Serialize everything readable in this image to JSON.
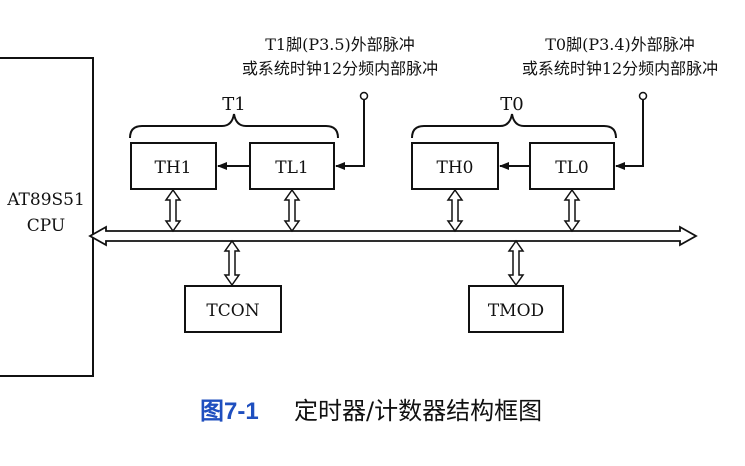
{
  "cpu": {
    "line1": "AT89S51",
    "line2": "CPU"
  },
  "timer1": {
    "group_label": "T1",
    "high_label": "TH1",
    "low_label": "TL1",
    "input_line1": "T1脚(P3.5)外部脉冲",
    "input_line2": "或系统时钟12分频内部脉冲"
  },
  "timer0": {
    "group_label": "T0",
    "high_label": "TH0",
    "low_label": "TL0",
    "input_line1": "T0脚(P3.4)外部脉冲",
    "input_line2": "或系统时钟12分频内部脉冲"
  },
  "tcon_label": "TCON",
  "tmod_label": "TMOD",
  "caption": {
    "number": "图7-1",
    "title": "定时器/计数器结构框图"
  }
}
